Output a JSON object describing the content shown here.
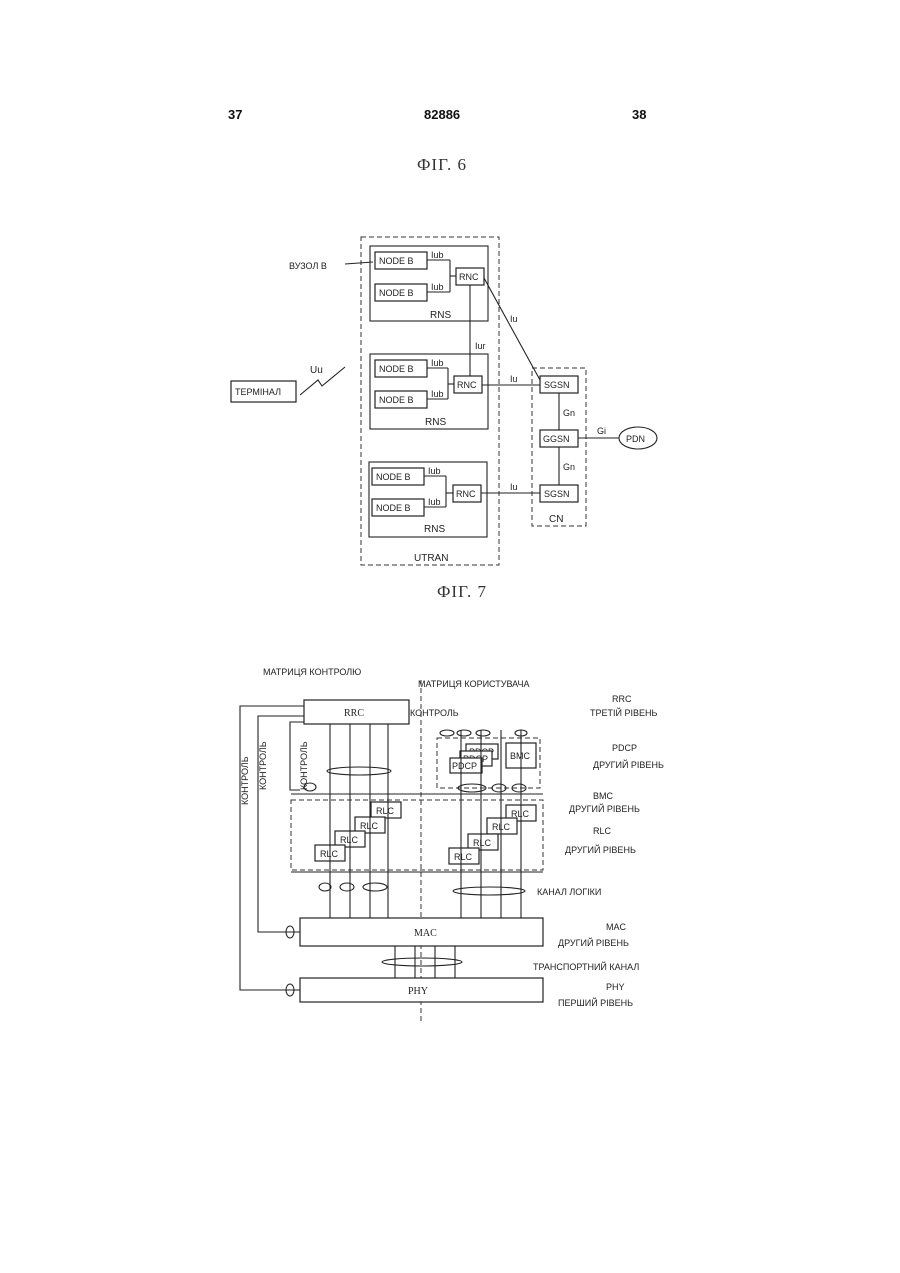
{
  "header": {
    "page_left": "37",
    "patent_number": "82886",
    "page_right": "38"
  },
  "fig6": {
    "title": "ФІГ. 6",
    "node_b": "NODE B",
    "rnc": "RNC",
    "iub": "Iub",
    "iur": "Iur",
    "iu": "Iu",
    "uu": "Uu",
    "rns": "RNS",
    "utran": "UTRAN",
    "terminal": "ТЕРМІНАЛ",
    "vuzol_b": "ВУЗОЛ В",
    "sgsn": "SGSN",
    "ggsn": "GGSN",
    "gn": "Gn",
    "gi": "Gi",
    "pdn": "PDN",
    "cn": "CN"
  },
  "fig7": {
    "title": "ФІГ. 7",
    "control_plane": "МАТРИЦЯ КОНТРОЛЮ",
    "user_plane": "МАТРИЦЯ КОРИСТУВАЧА",
    "kontrol": "КОНТРОЛЬ",
    "rrc": "RRC",
    "pdcp": "PDCP",
    "bmc": "BMC",
    "rlc": "RLC",
    "mac": "MAC",
    "phy": "PHY",
    "right_labels": {
      "rrc": "RRC",
      "rrc_level": "ТРЕТІЙ РІВЕНЬ",
      "pdcp": "PDCP",
      "pdcp_level": "ДРУГИЙ РІВЕНЬ",
      "bmc": "BMC",
      "bmc_level": "ДРУГИЙ РІВЕНЬ",
      "rlc": "RLC",
      "rlc_level": "ДРУГИЙ РІВЕНЬ",
      "logical": "КАНАЛ ЛОГІКИ",
      "mac": "MAC",
      "mac_level": "ДРУГИЙ РІВЕНЬ",
      "transport": "ТРАНСПОРТНИЙ КАНАЛ",
      "phy": "PHY",
      "phy_level": "ПЕРШИЙ РІВЕНЬ"
    }
  }
}
